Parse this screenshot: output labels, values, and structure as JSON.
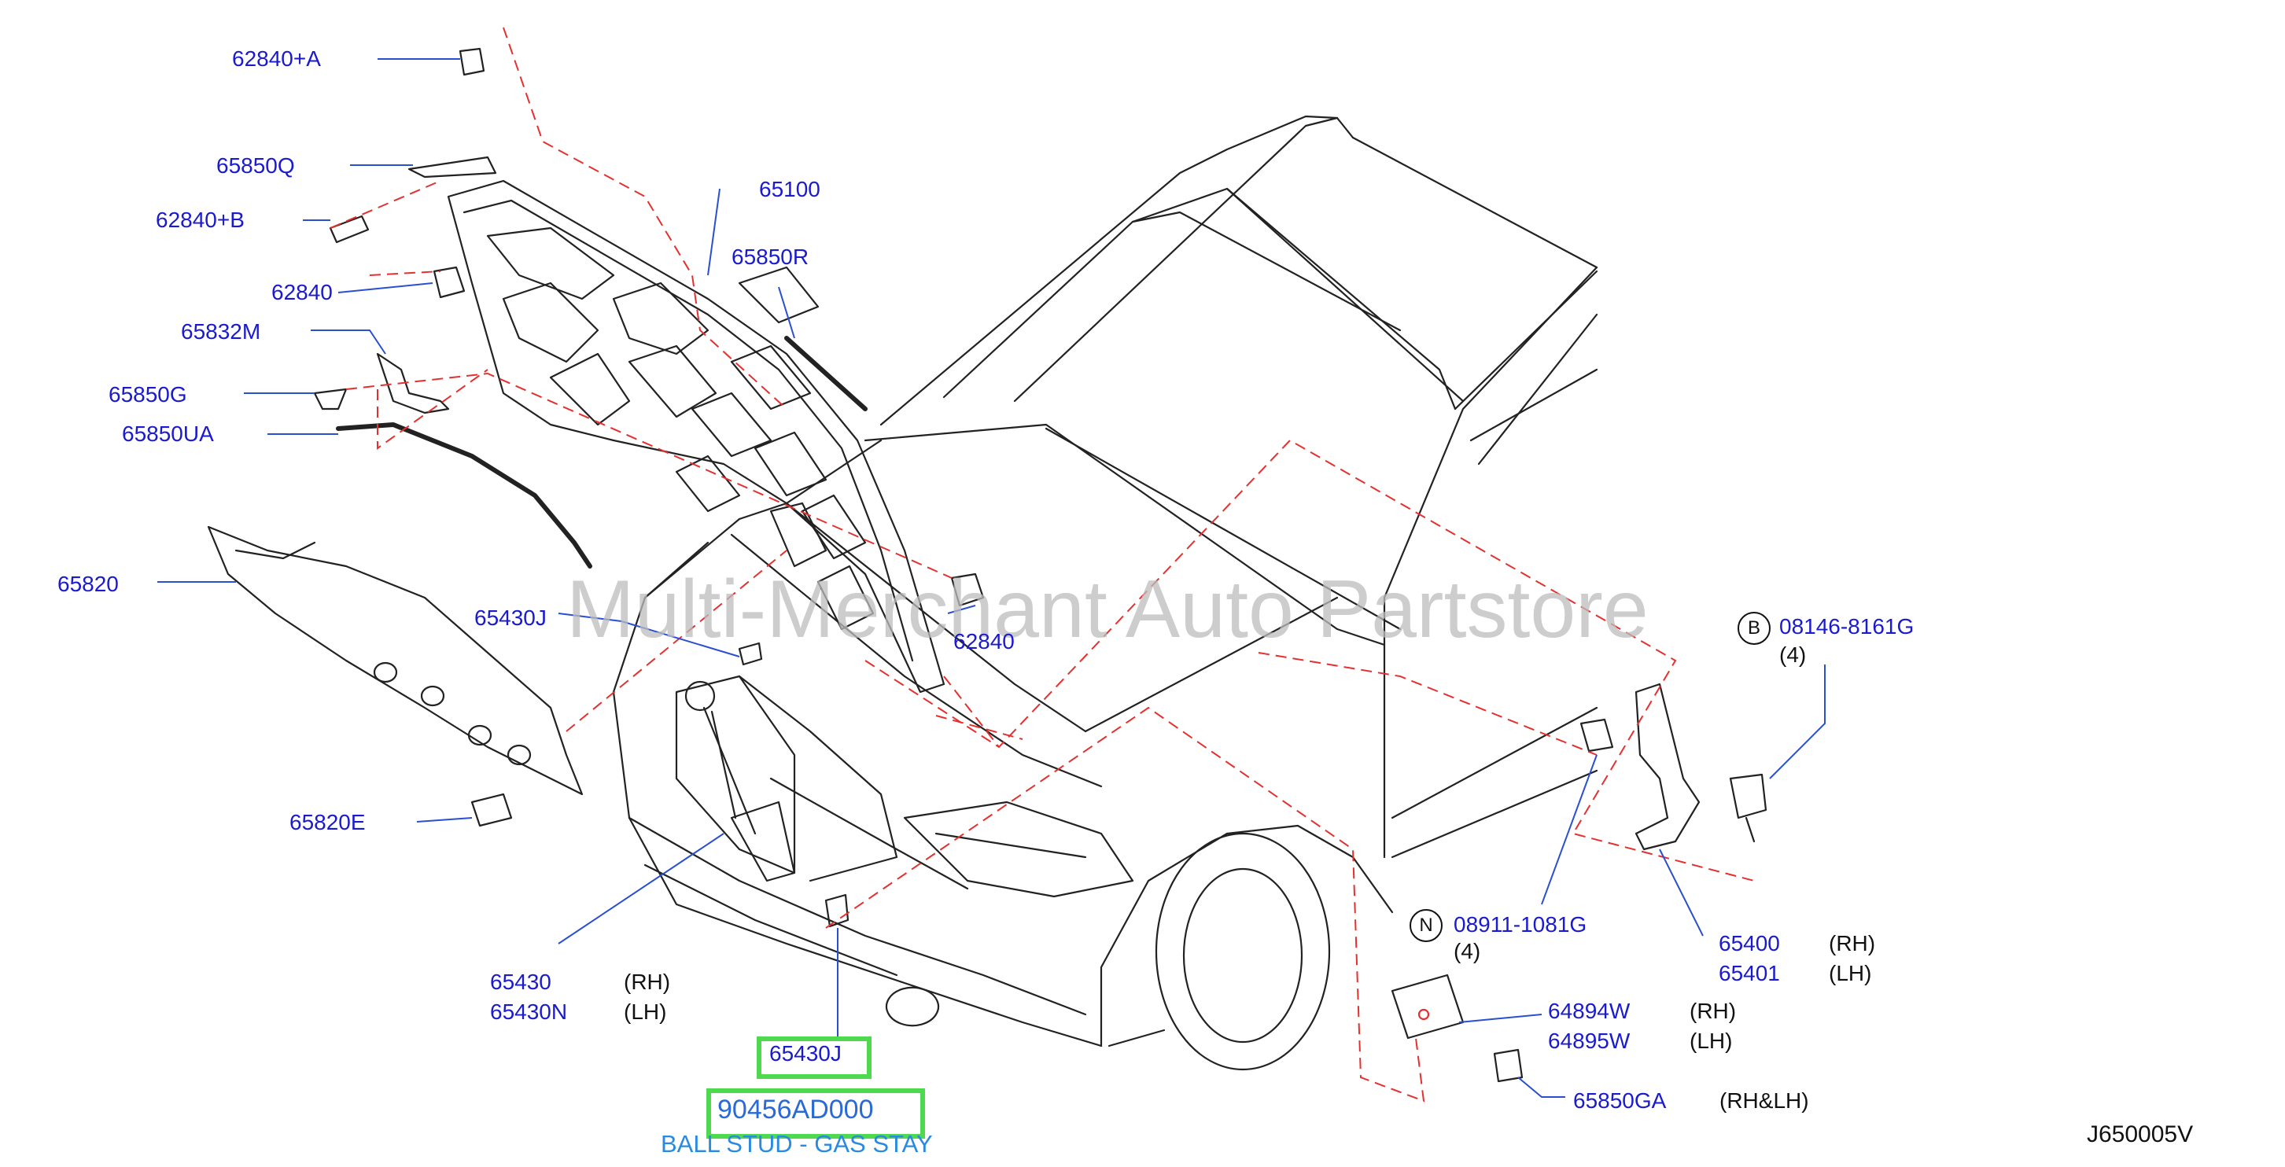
{
  "labels": {
    "p62840A": "62840+A",
    "p65850Q": "65850Q",
    "p62840B": "62840+B",
    "p62840a": "62840",
    "p65832M": "65832M",
    "p65850G": "65850G",
    "p65850UA": "65850UA",
    "p65820": "65820",
    "p65100": "65100",
    "p65850R": "65850R",
    "p62840b": "62840",
    "p65430Ja": "65430J",
    "p65820E": "65820E",
    "p65430": "65430",
    "p65430N": "65430N",
    "p65430Jb": "65430J",
    "p90456": "90456AD000",
    "desc": "BALL STUD - GAS STAY",
    "p08146": "08146-8161G",
    "p08911": "08911-1081G",
    "qty4a": "(4)",
    "qty4b": "(4)",
    "p65400": "65400",
    "p65401": "65401",
    "p64894W": "64894W",
    "p64895W": "64895W",
    "p65850GA": "65850GA",
    "rh1": "(RH)",
    "lh1": "(LH)",
    "rh2": "(RH)",
    "lh2": "(LH)",
    "rh3": "(RH)",
    "lh3": "(LH)",
    "rhlh": "(RH&LH)",
    "circB": "B",
    "circN": "N",
    "code": "J650005V"
  },
  "watermark": "Multi-Merchant Auto Partstore",
  "colors": {
    "label": "#1a1ad0",
    "leader": "#2a4fd0",
    "dashed": "#e53030",
    "highlight": "#4fd94f",
    "desc": "#2a8ae0"
  }
}
